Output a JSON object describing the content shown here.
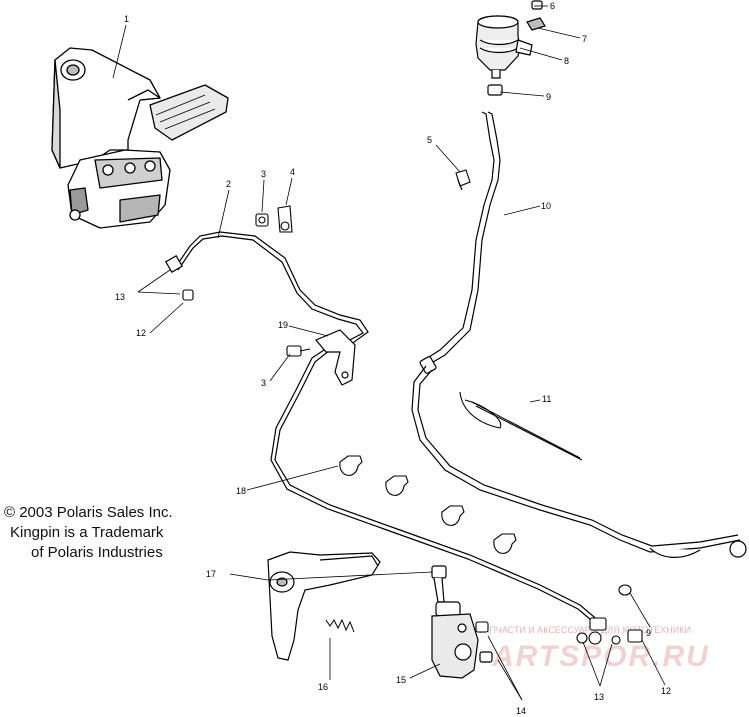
{
  "diagram": {
    "copyright_lines": [
      "© 2003 Polaris Sales Inc.",
      "Kingpin is a Trademark",
      "of Polaris Industries"
    ],
    "callout_numbers": [
      "1",
      "2",
      "3",
      "4",
      "5",
      "6",
      "7",
      "8",
      "9",
      "10",
      "11",
      "12",
      "13",
      "19",
      "3",
      "18",
      "17",
      "16",
      "15",
      "14",
      "13",
      "12",
      "9"
    ],
    "watermark": {
      "caption": "ЗАПЧАСТИ И АКСЕССУАРЫ ДЛЯ МОТОТЕХНИКИ",
      "brand": "ARTSPOR.RU"
    }
  }
}
